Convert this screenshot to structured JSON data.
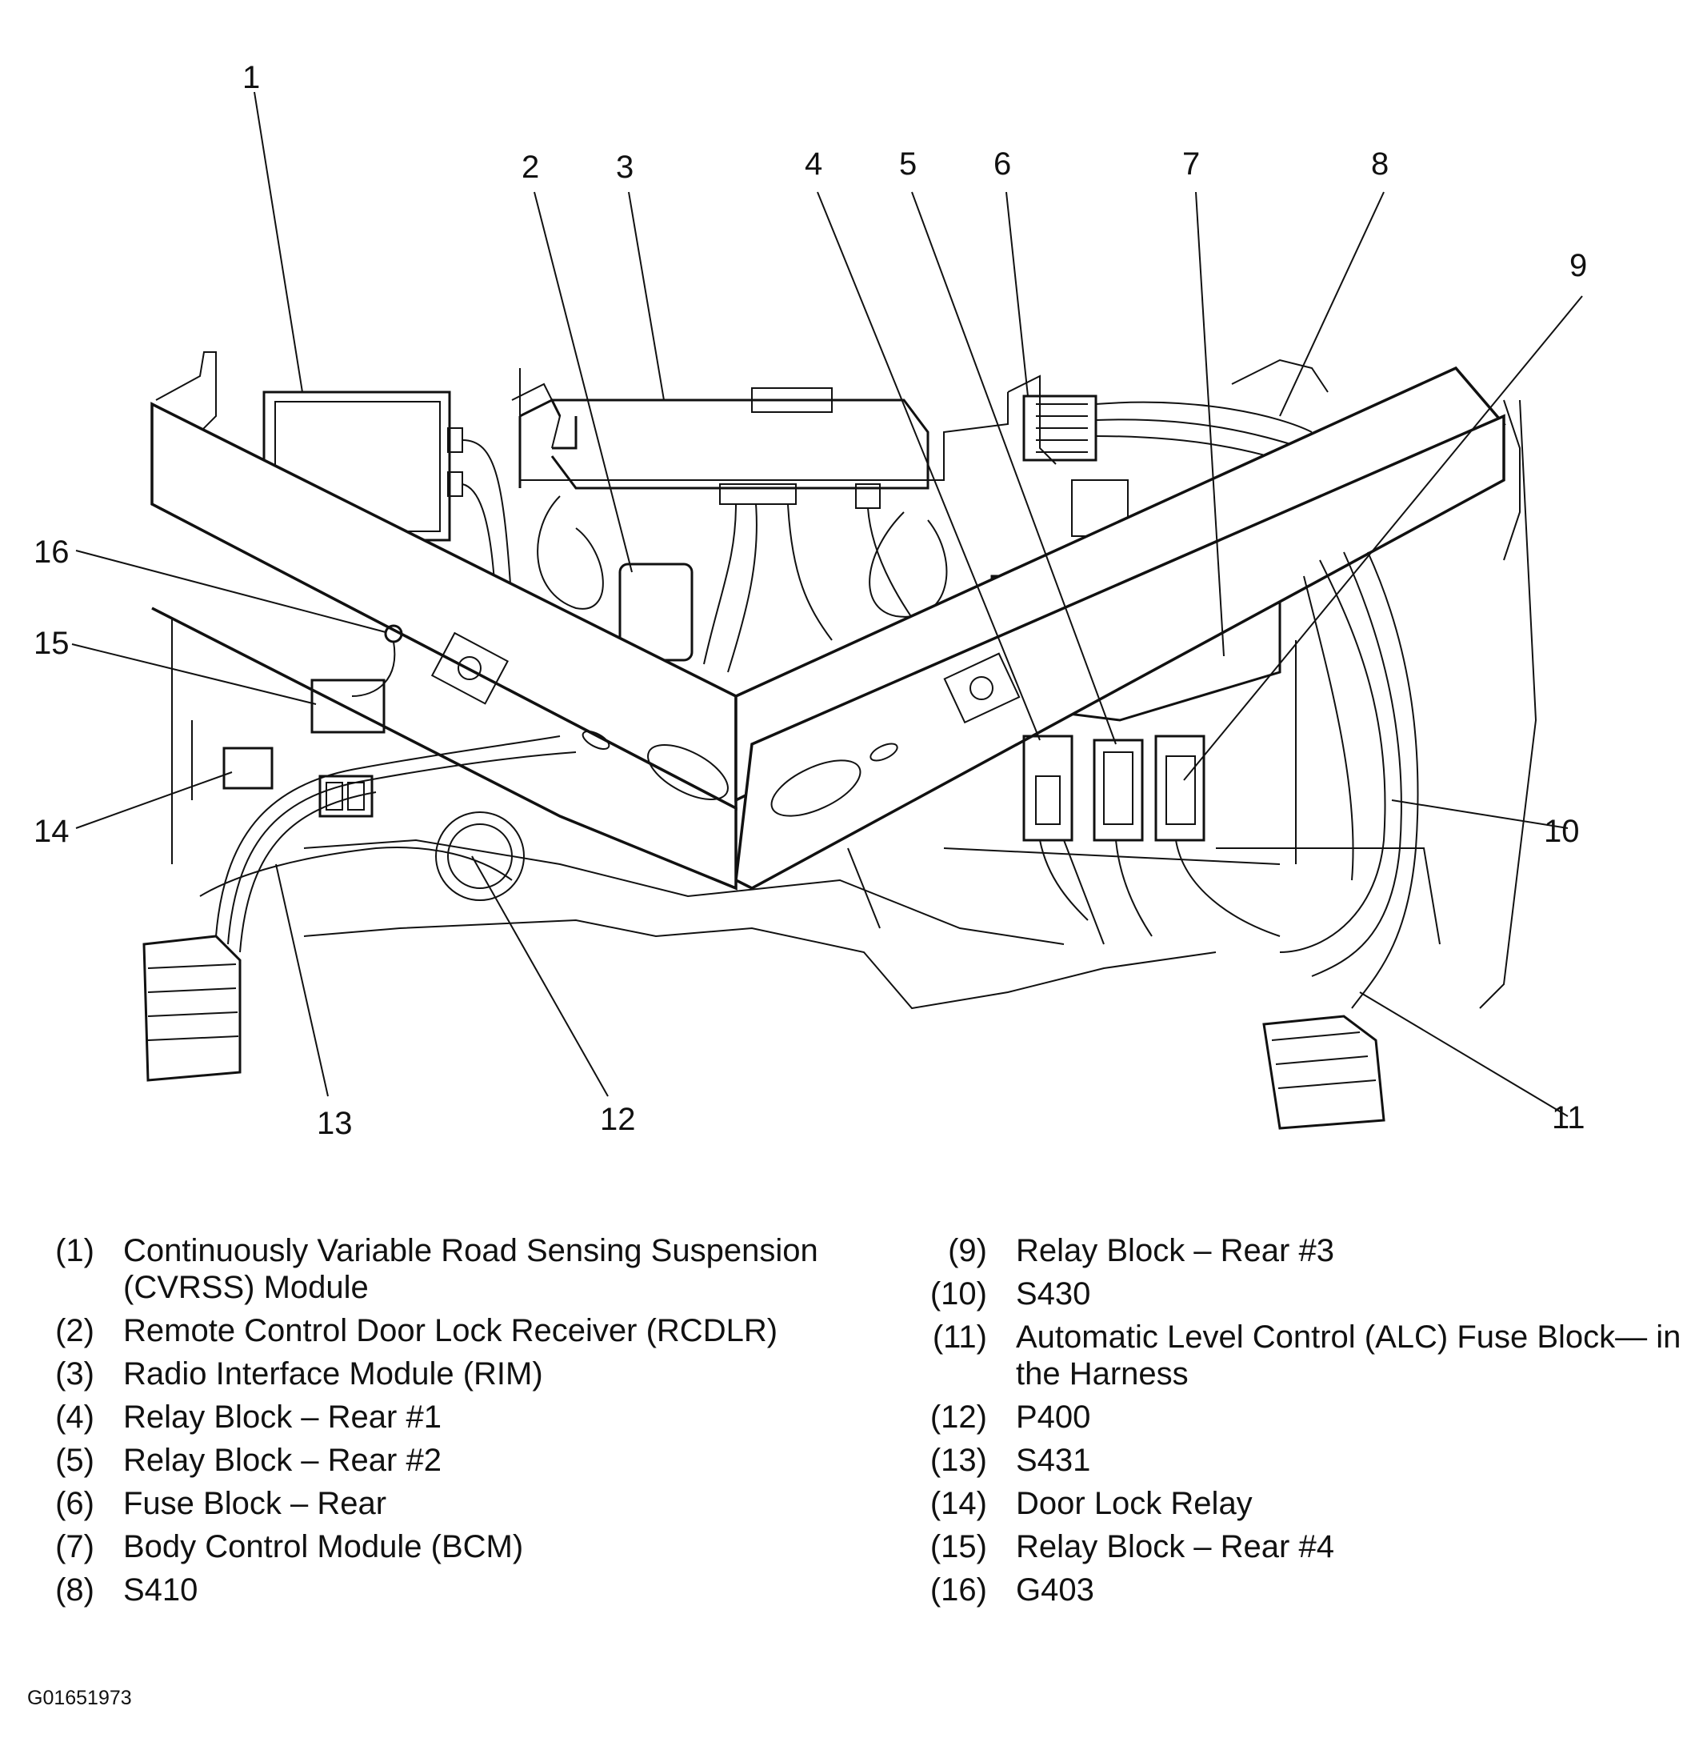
{
  "callouts": [
    {
      "num": "1",
      "label": "Continuously Variable Road Sensing Suspension (CVRSS) Module"
    },
    {
      "num": "2",
      "label": "Remote Control Door Lock Receiver (RCDLR)"
    },
    {
      "num": "3",
      "label": "Radio Interface Module (RIM)"
    },
    {
      "num": "4",
      "label": "Relay Block – Rear #1"
    },
    {
      "num": "5",
      "label": "Relay Block – Rear #2"
    },
    {
      "num": "6",
      "label": "Fuse Block – Rear"
    },
    {
      "num": "7",
      "label": "Body Control Module (BCM)"
    },
    {
      "num": "8",
      "label": "S410"
    },
    {
      "num": "9",
      "label": "Relay Block – Rear #3"
    },
    {
      "num": "10",
      "label": "S430"
    },
    {
      "num": "11",
      "label": "Automatic Level Control (ALC) Fuse Block— in the Harness"
    },
    {
      "num": "12",
      "label": "P400"
    },
    {
      "num": "13",
      "label": "S431"
    },
    {
      "num": "14",
      "label": "Door Lock Relay"
    },
    {
      "num": "15",
      "label": "Relay Block – Rear #4"
    },
    {
      "num": "16",
      "label": "G403"
    }
  ],
  "legend": {
    "left": [
      {
        "num": "(1)",
        "text": "Continuously Variable Road Sensing Suspension (CVRSS) Module"
      },
      {
        "num": "(2)",
        "text": "Remote Control Door Lock Receiver (RCDLR)"
      },
      {
        "num": "(3)",
        "text": "Radio Interface Module (RIM)"
      },
      {
        "num": "(4)",
        "text": "Relay Block – Rear #1"
      },
      {
        "num": "(5)",
        "text": "Relay Block – Rear #2"
      },
      {
        "num": "(6)",
        "text": "Fuse Block – Rear"
      },
      {
        "num": "(7)",
        "text": "Body Control Module (BCM)"
      },
      {
        "num": "(8)",
        "text": "S410"
      }
    ],
    "right": [
      {
        "num": "(9)",
        "text": "Relay Block – Rear #3"
      },
      {
        "num": "(10)",
        "text": "S430"
      },
      {
        "num": "(11)",
        "text": "Automatic Level Control (ALC) Fuse Block— in the Harness"
      },
      {
        "num": "(12)",
        "text": "P400"
      },
      {
        "num": "(13)",
        "text": "S431"
      },
      {
        "num": "(14)",
        "text": "Door Lock Relay"
      },
      {
        "num": "(15)",
        "text": "Relay Block – Rear #4"
      },
      {
        "num": "(16)",
        "text": "G403"
      }
    ]
  },
  "figure_id": "G01651973"
}
